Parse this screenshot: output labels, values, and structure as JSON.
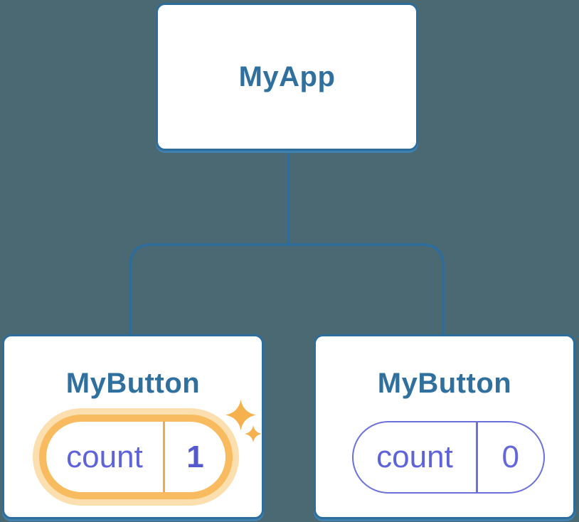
{
  "diagram": {
    "description": "React component tree with state",
    "tree": {
      "root": {
        "label": "MyApp"
      },
      "children": [
        {
          "label": "MyButton",
          "state": {
            "key": "count",
            "value": "1"
          },
          "highlighted": true
        },
        {
          "label": "MyButton",
          "state": {
            "key": "count",
            "value": "0"
          },
          "highlighted": false
        }
      ]
    },
    "colors": {
      "background": "#4a6972",
      "node_fill": "#ffffff",
      "node_border": "#2d6d9e",
      "node_shadow": "#4181ae",
      "node_label": "#30709f",
      "connector": "#2d6d9e",
      "state_text": "#5e63d9",
      "state_border": "#6b70da",
      "highlight_ring": "#f8bb60",
      "highlight_glow": "#fbdfae",
      "highlight_divider": "#f0a94e",
      "sparkle": "#f6b14f"
    }
  }
}
